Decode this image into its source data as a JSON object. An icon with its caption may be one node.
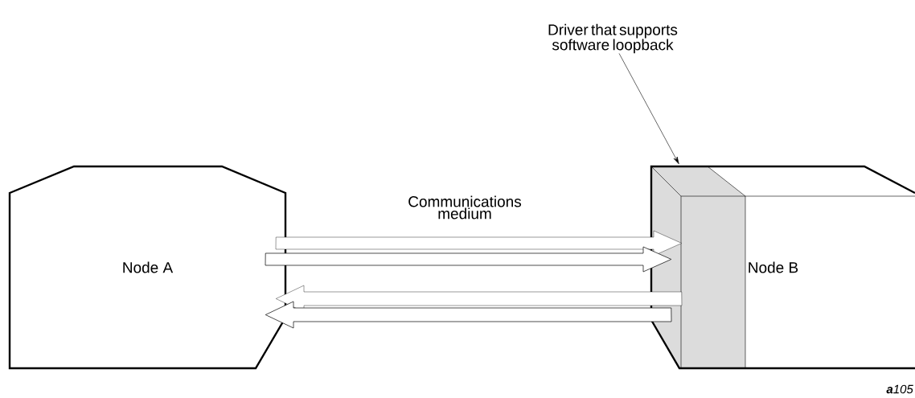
{
  "diagram": {
    "nodes": [
      {
        "text": [
          "Node A"
        ]
      },
      {
        "text": [
          "Node B"
        ]
      },
      {
        "text": [],
        "shape": "box",
        "in": 1
      },
      {
        "text": [
          "Driver that supports software loopback"
        ]
      }
    ],
    "edges": [
      {
        "from": 0,
        "to": 2,
        "arrow": "to",
        "style": "thick"
      },
      {
        "from": 2,
        "to": 0,
        "arrow": "to",
        "style": "thick"
      },
      {
        "from": 3,
        "to": 2,
        "arrow": "to"
      }
    ],
    "labels": [
      "Communications medium",
      "**a**105"
    ]
  }
}
